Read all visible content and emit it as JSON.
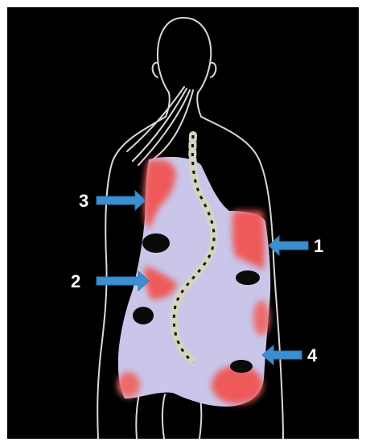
{
  "labels": [
    "1",
    "2",
    "3",
    "4"
  ],
  "colors": {
    "background": "#000000",
    "body_outline": "#d9d9d9",
    "skin_map": "#c9c6ea",
    "hot_zone": "#ee5a5a",
    "arrow": "#3a8fd1",
    "label": "#ffffff"
  }
}
